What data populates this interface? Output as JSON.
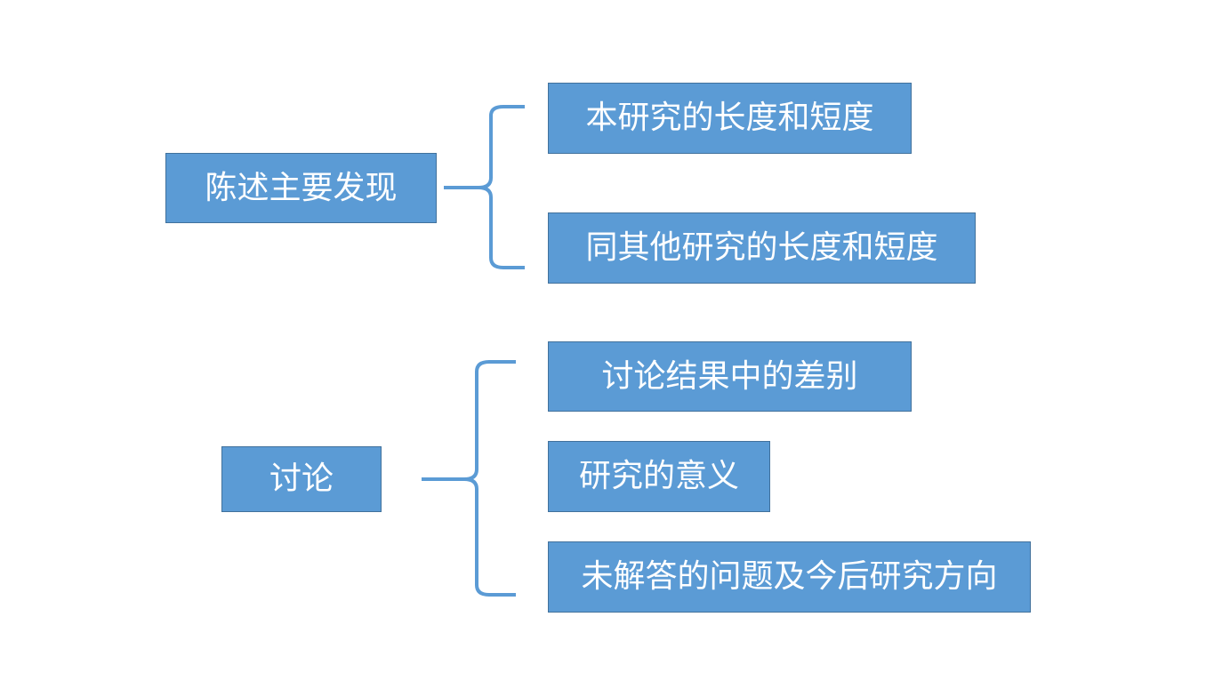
{
  "diagram": {
    "groups": [
      {
        "topic": "陈述主要发现",
        "items": [
          "本研究的长度和短度",
          "同其他研究的长度和短度"
        ]
      },
      {
        "topic": "讨论",
        "items": [
          "讨论结果中的差别",
          "研究的意义",
          "未解答的问题及今后研究方向"
        ]
      }
    ],
    "colors": {
      "box_fill": "#5b9bd5",
      "box_border": "#41719c",
      "text": "#ffffff",
      "brace": "#5b9bd5"
    }
  }
}
